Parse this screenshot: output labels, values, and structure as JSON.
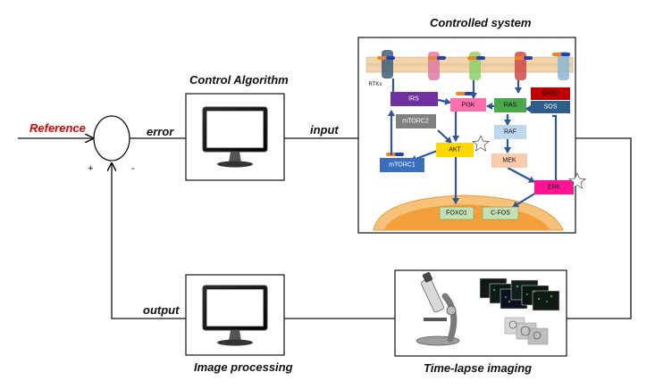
{
  "labels": {
    "reference": "Reference",
    "error": "error",
    "input": "input",
    "output": "output",
    "plus": "+",
    "minus": "-",
    "control_algorithm": "Control Algorithm",
    "controlled_system": "Controlled system",
    "image_processing": "Image processing",
    "time_lapse_imaging": "Time-lapse imaging"
  },
  "pathway": {
    "rtks": "RTKs",
    "irs": "IRS",
    "pi3k": "PI3K",
    "ras": "RAS",
    "grb2": "GRB2",
    "sos": "SOS",
    "mtorc2": "mTORC2",
    "raf": "RAF",
    "akt": "AKT",
    "mek": "MEK",
    "mtorc1": "mTORC1",
    "erk": "ERK",
    "foxo1": "FOXO1",
    "cfos": "C-FOS"
  },
  "colors": {
    "reference": "#e00000",
    "irs": "#7030a0",
    "pi3k": "#ff6fb0",
    "ras": "#4aa84a",
    "grb2": "#c00000",
    "sos": "#2e5f8a",
    "mtorc2": "#808080",
    "raf": "#bdd7ee",
    "akt": "#ffd700",
    "mek": "#f8cbad",
    "mtorc1": "#3a6fbf",
    "erk": "#ff1493",
    "foxo1": "#c6e0b4",
    "cfos": "#c6e0b4",
    "nucleus": "#f4a03a",
    "arrow": "#2f5597"
  }
}
